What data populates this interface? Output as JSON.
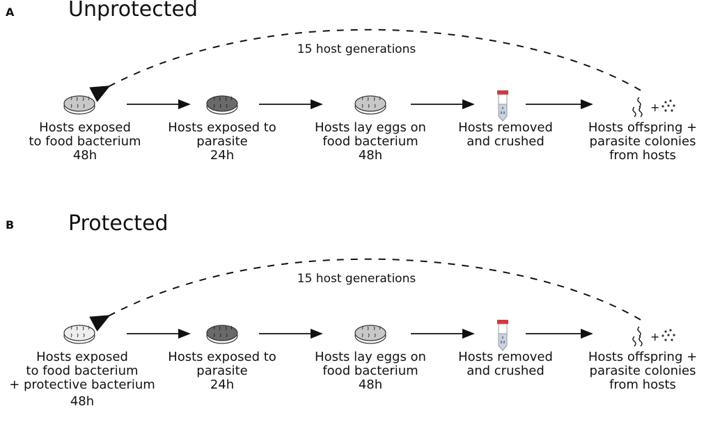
{
  "figure": {
    "panels": [
      {
        "letter": "A",
        "title": "Unprotected",
        "loop_label": "15 host generations",
        "steps": [
          {
            "icon": "petri-dish-light-gray",
            "line1": "Hosts exposed",
            "line2": "to food bacterium",
            "line3": "48h",
            "line4": ""
          },
          {
            "icon": "petri-dish-dark-gray",
            "line1": "Hosts exposed to",
            "line2": "parasite",
            "line3": "24h",
            "line4": ""
          },
          {
            "icon": "petri-dish-light-gray",
            "line1": "Hosts lay eggs on",
            "line2": "food bacterium",
            "line3": "48h",
            "line4": ""
          },
          {
            "icon": "tube-icon",
            "line1": "Hosts removed",
            "line2": "and crushed",
            "line3": "",
            "line4": ""
          },
          {
            "icon": "worms-plus-colonies",
            "line1": "Hosts offspring +",
            "line2": "parasite colonies",
            "line3": "from hosts",
            "line4": ""
          }
        ]
      },
      {
        "letter": "B",
        "title": "Protected",
        "loop_label": "15 host generations",
        "steps": [
          {
            "icon": "petri-dish-white",
            "line1": "Hosts exposed",
            "line2": "to food bacterium",
            "line3": "+ protective bacterium",
            "line4": "48h"
          },
          {
            "icon": "petri-dish-dark-gray",
            "line1": "Hosts exposed to",
            "line2": "parasite",
            "line3": "24h",
            "line4": ""
          },
          {
            "icon": "petri-dish-light-gray",
            "line1": "Hosts lay eggs on",
            "line2": "food bacterium",
            "line3": "48h",
            "line4": ""
          },
          {
            "icon": "tube-icon",
            "line1": "Hosts removed",
            "line2": "and crushed",
            "line3": "",
            "line4": ""
          },
          {
            "icon": "worms-plus-colonies",
            "line1": "Hosts offspring +",
            "line2": "parasite colonies",
            "line3": "from hosts",
            "line4": ""
          }
        ]
      }
    ],
    "colors": {
      "dish_light": "#c8c8c8",
      "dish_dark": "#6a6a6a",
      "dish_white": "#eeeeee",
      "tube_cap": "#d2383c",
      "tube_liquid": "#c9d3e6"
    }
  }
}
